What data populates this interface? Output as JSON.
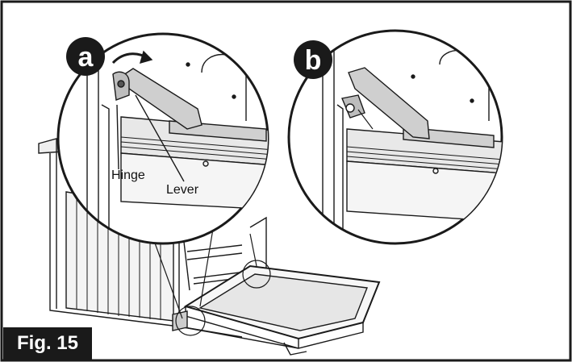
{
  "figure": {
    "tag": "Fig. 15",
    "insets": [
      {
        "badge": "a",
        "callouts": [
          "Hinge",
          "Lever"
        ]
      },
      {
        "badge": "b"
      }
    ]
  },
  "colors": {
    "line": "#1a1a1a",
    "shade": "#d9d9d9",
    "background": "#ffffff"
  }
}
